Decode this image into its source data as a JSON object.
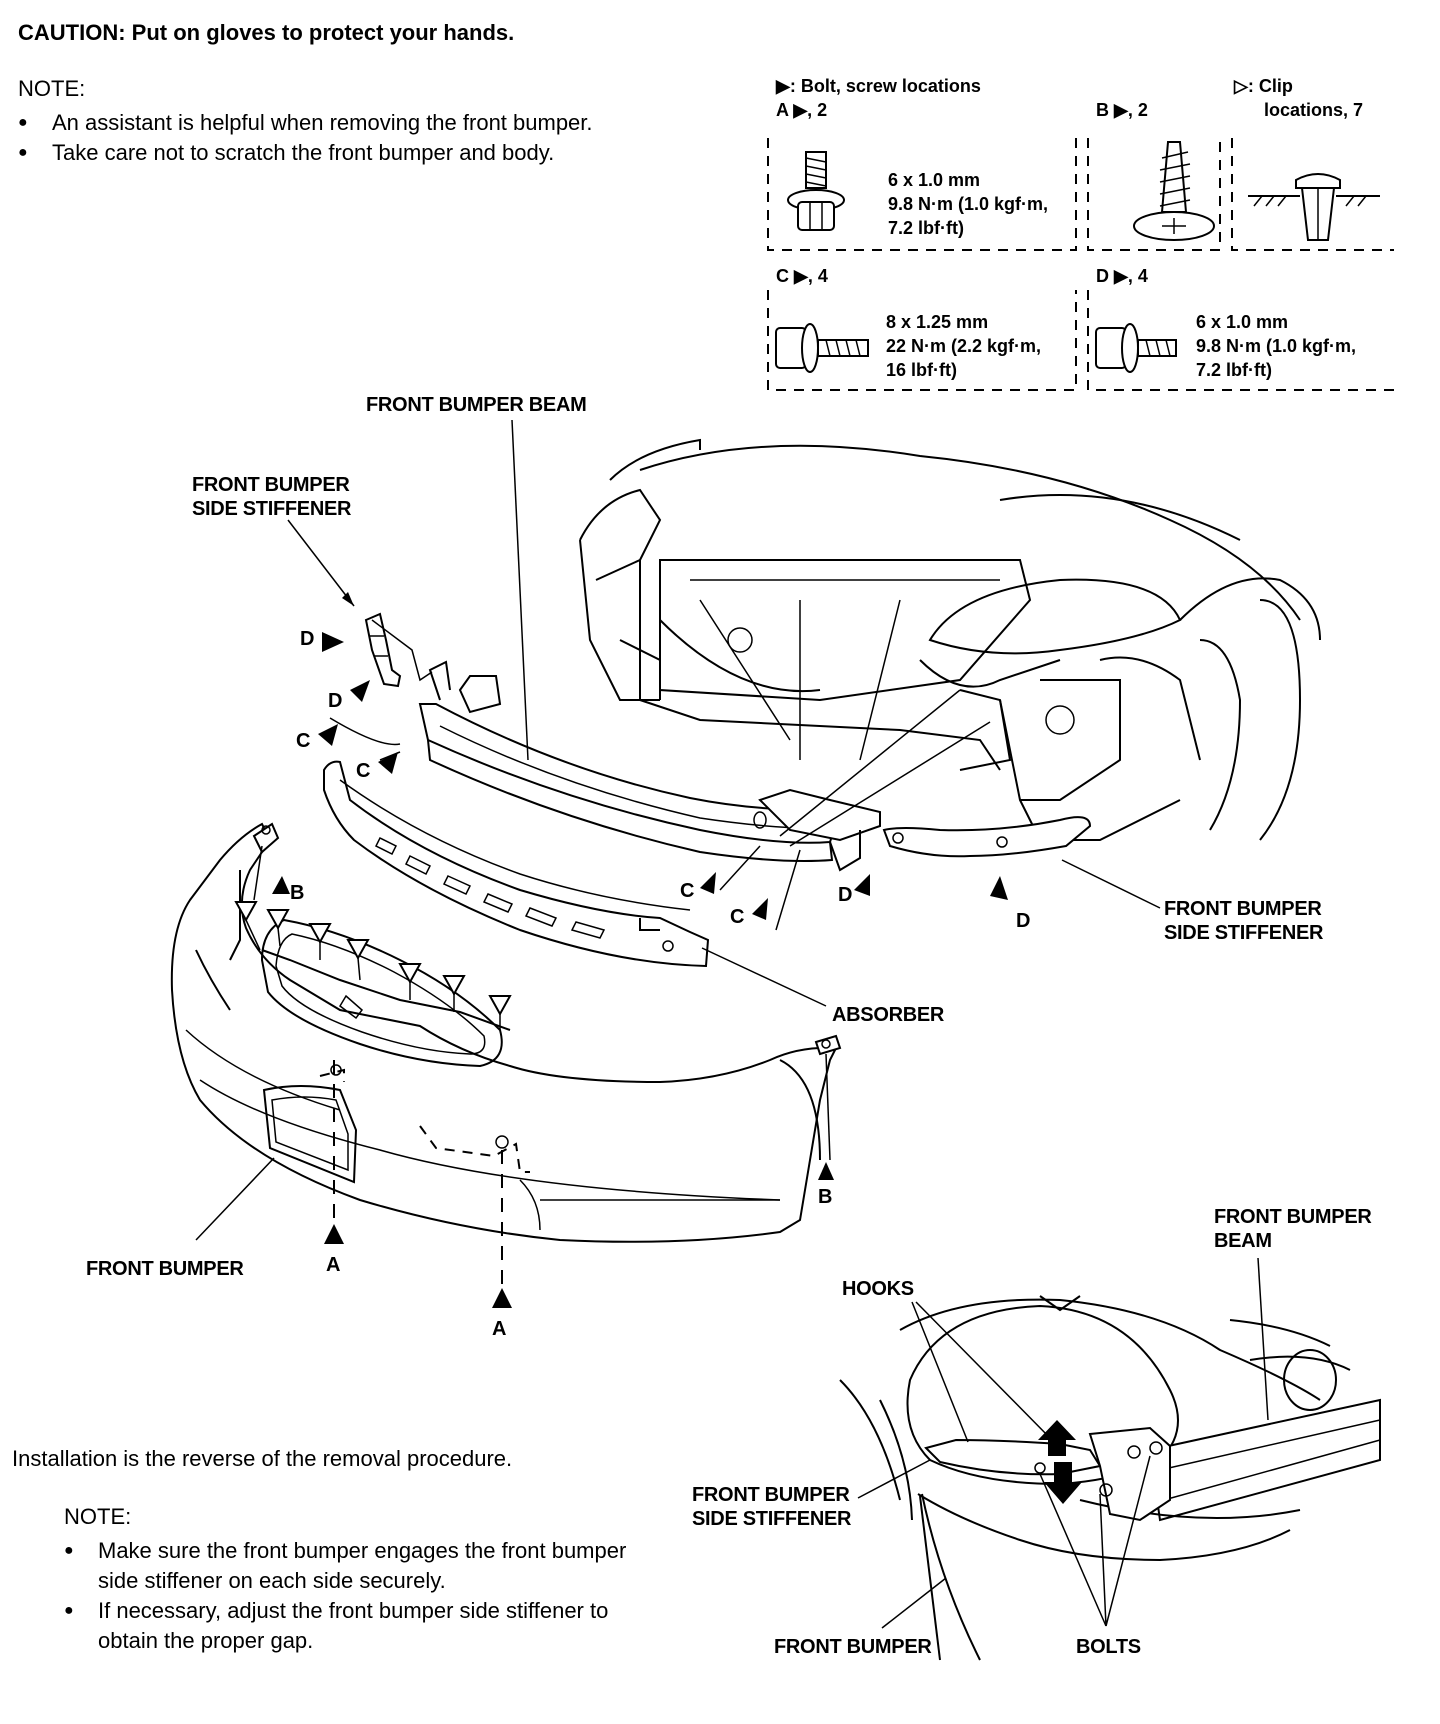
{
  "caution": {
    "label": "CAUTION:",
    "text": "Put on gloves to protect your hands."
  },
  "top_note": {
    "heading": "NOTE:",
    "items": [
      "An assistant is helpful when removing the front bumper.",
      "Take care not to scratch the front bumper and body."
    ]
  },
  "legend": {
    "bolt_header": "▶: Bolt, screw locations",
    "clip_header_1": "▷: Clip",
    "clip_header_2": "locations, 7",
    "a_label": "A ▶, 2",
    "b_label": "B ▶, 2",
    "c_label": "C ▶, 4",
    "d_label": "D ▶, 4",
    "a_spec": [
      "6 x 1.0 mm",
      "9.8 N·m (1.0 kgf·m,",
      "7.2 lbf·ft)"
    ],
    "c_spec": [
      "8 x 1.25 mm",
      "22 N·m (2.2 kgf·m,",
      "16 lbf·ft)"
    ],
    "d_spec": [
      "6 x 1.0 mm",
      "9.8 N·m (1.0 kgf·m,",
      "7.2 lbf·ft)"
    ]
  },
  "labels": {
    "front_bumper_beam": "FRONT BUMPER BEAM",
    "side_stiffener_left_1": "FRONT BUMPER",
    "side_stiffener_left_2": "SIDE STIFFENER",
    "side_stiffener_right_1": "FRONT BUMPER",
    "side_stiffener_right_2": "SIDE STIFFENER",
    "absorber": "ABSORBER",
    "front_bumper": "FRONT BUMPER",
    "hooks": "HOOKS",
    "detail_beam_1": "FRONT BUMPER",
    "detail_beam_2": "BEAM",
    "detail_stiffener_1": "FRONT BUMPER",
    "detail_stiffener_2": "SIDE STIFFENER",
    "detail_bumper": "FRONT BUMPER",
    "bolts": "BOLTS"
  },
  "markers": {
    "d": "D",
    "c": "C",
    "b": "B",
    "a": "A"
  },
  "install": {
    "text": "Installation is the reverse of the removal procedure.",
    "heading": "NOTE:",
    "items": [
      "Make sure the front bumper engages the front bumper side stiffener on each side securely.",
      "If necessary, adjust the front bumper side stiffener to obtain the proper gap."
    ]
  }
}
